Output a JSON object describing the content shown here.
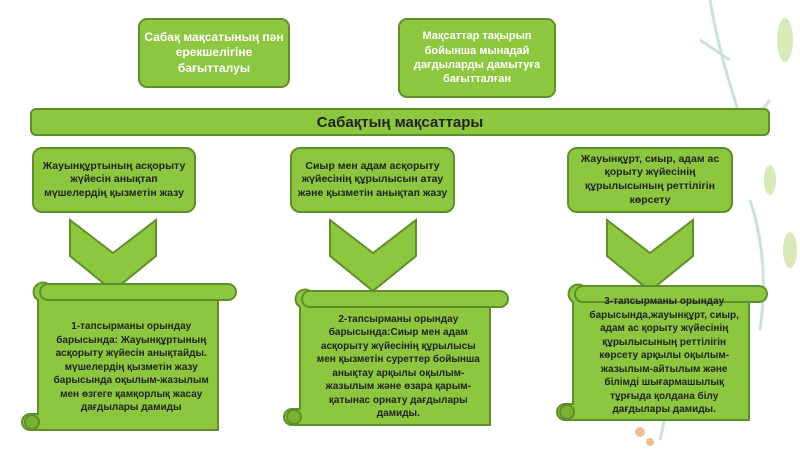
{
  "top_boxes": [
    {
      "text": "Сабақ мақсатының пән ерекшелігіне бағытталуы"
    },
    {
      "text": "Мақсаттар тақырып бойынша мынадай дағдыларды дамытуға бағытталған"
    }
  ],
  "banner": {
    "text": "Сабақтың мақсаттары"
  },
  "goals": [
    {
      "text": "Жауынқұртының асқорыту жүйесін анықтап мүшелердің қызметін жазу"
    },
    {
      "text": "Сиыр мен адам асқорыту жүйесінің құрылысын атау және қызметін анықтап жазу"
    },
    {
      "text": "Жауынқұрт, сиыр, адам ас қорыту жүйесінің құрылысының реттілігін көрсету"
    }
  ],
  "tasks": [
    {
      "text": "1-тапсырманы орындау барысында: Жауынқұртының асқорыту жүйесін анықтайды. мүшелердің қызметін жазу барысында оқылым-жазылым мен өзгеге қамқорлық жасау дағдылары дамиды"
    },
    {
      "text": "2-тапсырманы орындау барысында:Сиыр мен адам асқорыту жүйесінің құрылысы мен қызметін суреттер бойынша анықтау арқылы оқылым-жазылым және өзара қарым-қатынас орнату дағдылары дамиды."
    },
    {
      "text": "3-тапсырманы орындау барысында,жауынқұрт, сиыр, адам ас қорыту жүйесінің құрылысының реттілігін көрсету арқылы оқылым-жазылым-айтылым және білімді шығармашылық тұрғыда қолдана білу дағдылары дамиды."
    }
  ],
  "colors": {
    "fill": "#8dc63f",
    "border": "#5e8f2a"
  }
}
